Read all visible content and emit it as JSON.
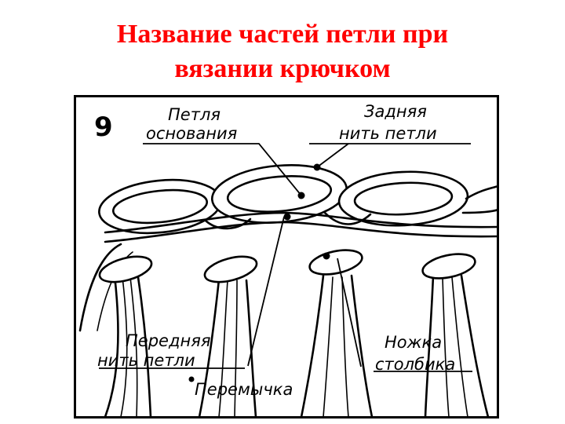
{
  "title": {
    "line1": "Название частей петли при",
    "line2": "вязании крючком"
  },
  "figure": {
    "number": "9",
    "labels": {
      "base_loop": [
        "Петля",
        "основания"
      ],
      "back_thread": [
        "Задняя",
        "нить петли"
      ],
      "front_thread": [
        "Передняя",
        "нить петли"
      ],
      "bridge": "Перемычка",
      "stitch_leg": [
        "Ножка",
        "столбика"
      ]
    }
  },
  "colors": {
    "title": "#ff0000",
    "ink": "#000000",
    "background": "#ffffff"
  }
}
